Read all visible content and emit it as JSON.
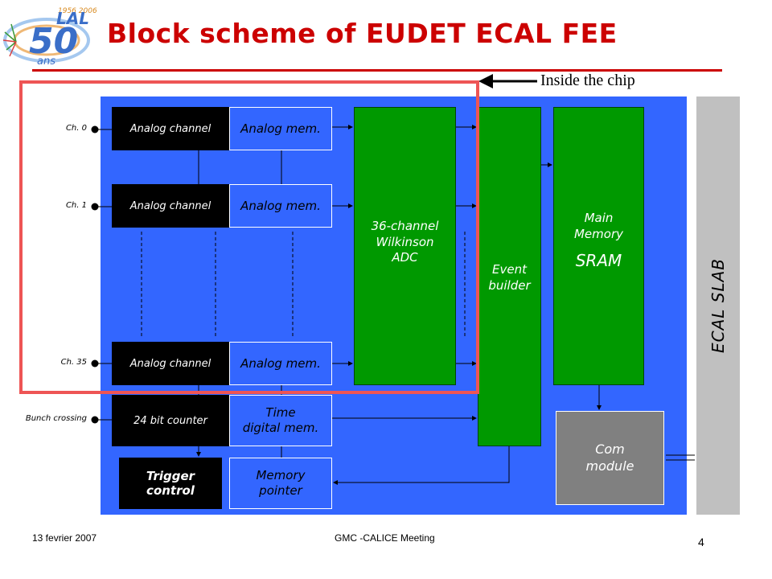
{
  "title": "Block scheme of EUDET ECAL FEE",
  "logo": {
    "top_text": "1956 2006",
    "big_text": "50",
    "sub_text": "ans",
    "name": "LAL"
  },
  "inside_label": "Inside the chip",
  "slab_label": "ECAL SLAB",
  "inputs": [
    {
      "label": "Ch. 0"
    },
    {
      "label": "Ch. 1"
    },
    {
      "label": "Ch. 35"
    },
    {
      "label": "Bunch crossing"
    }
  ],
  "blocks": {
    "analog_channel": "Analog channel",
    "analog_mem": "Analog mem.",
    "counter": "24 bit counter",
    "time_mem_line1": "Time",
    "time_mem_line2": "digital mem.",
    "trigger_line1": "Trigger",
    "trigger_line2": "control",
    "pointer_line1": "Memory",
    "pointer_line2": "pointer",
    "adc_line1": "36-channel",
    "adc_line2": "Wilkinson",
    "adc_line3": "ADC",
    "event_line1": "Event",
    "event_line2": "builder",
    "main_line1": "Main",
    "main_line2": "Memory",
    "main_line3": "SRAM",
    "com_line1": "Com",
    "com_line2": "module"
  },
  "colors": {
    "title": "#cc0000",
    "board": "#3366ff",
    "block_green": "#009900",
    "chip_outline": "#ee5555",
    "slab": "#c0c0c0",
    "com_module": "#808080"
  },
  "footer": {
    "date": "13 fevrier 2007",
    "meeting": "GMC -CALICE Meeting",
    "page": "4"
  }
}
